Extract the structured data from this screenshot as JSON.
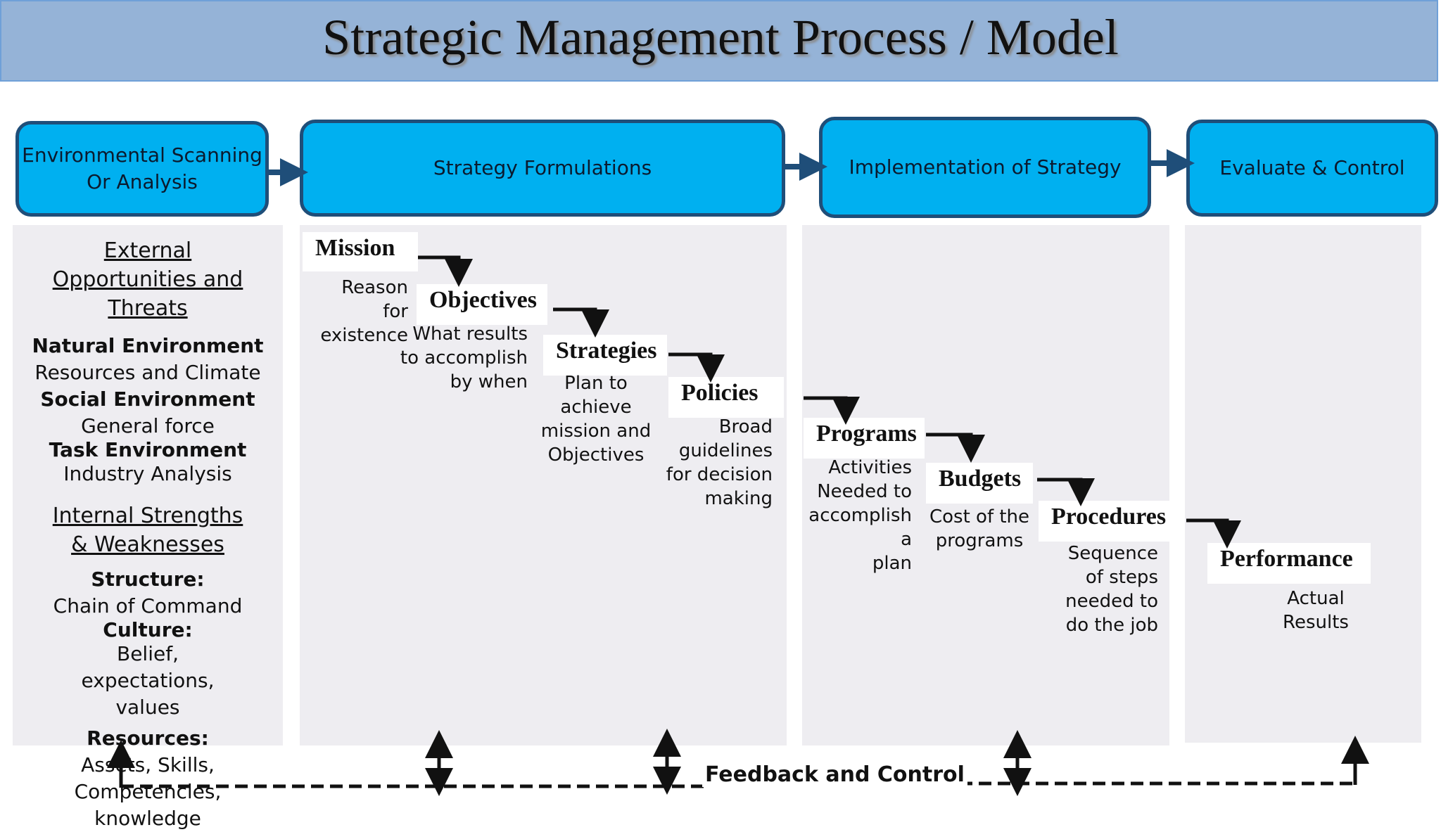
{
  "title": "Strategic Management Process / Model",
  "stages": [
    {
      "label": "Environmental Scanning\nOr Analysis"
    },
    {
      "label": "Strategy Formulations"
    },
    {
      "label": "Implementation of Strategy"
    },
    {
      "label": "Evaluate & Control"
    }
  ],
  "scanning": {
    "external_heading": "External Opportunities and Threats",
    "natural_env": "Natural Environment",
    "natural_desc": "Resources and Climate",
    "social_env": "Social Environment",
    "social_desc": "General force",
    "task_env": "Task Environment",
    "task_desc": "Industry Analysis",
    "internal_heading": "Internal Strengths & Weaknesses",
    "structure": "Structure:",
    "structure_desc": "Chain of Command",
    "culture": "Culture:",
    "culture_desc": "Belief, expectations, values",
    "resources": "Resources:",
    "resources_desc": "Assets, Skills, Competencies, knowledge"
  },
  "steps": {
    "mission": {
      "title": "Mission",
      "desc": "Reason\nfor existence"
    },
    "objectives": {
      "title": "Objectives",
      "desc": "What results\nto accomplish\nby when"
    },
    "strategies": {
      "title": "Strategies",
      "desc": "Plan to achieve\nmission and\nObjectives"
    },
    "policies": {
      "title": "Policies",
      "desc": "Broad\nguidelines\nfor decision\nmaking"
    },
    "programs": {
      "title": "Programs",
      "desc": "Activities\nNeeded to\naccomplish a\nplan"
    },
    "budgets": {
      "title": "Budgets",
      "desc": "Cost of the\nprograms"
    },
    "procedures": {
      "title": "Procedures",
      "desc": "Sequence\nof steps\nneeded to\ndo the job"
    },
    "performance": {
      "title": "Performance",
      "desc": "Actual\nResults"
    }
  },
  "feedback_label": "Feedback and Control",
  "colors": {
    "title_bar": "#95b3d7",
    "stage_fill": "#00b0f0",
    "stage_border": "#1f4e79",
    "panel": "#eeedf1"
  }
}
